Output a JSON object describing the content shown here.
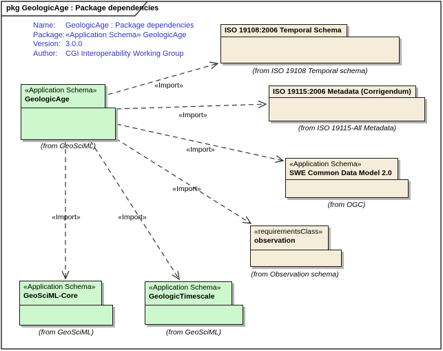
{
  "frame": {
    "title": "pkg GeologicAge : Package dependencies"
  },
  "metadata": {
    "rows": [
      {
        "label": "Name:",
        "value": "GeologicAge : Package dependencies"
      },
      {
        "label": "Package:",
        "value": "«Application Schema» GeologicAge"
      },
      {
        "label": "Version:",
        "value": "3.0.0"
      },
      {
        "label": "Author:",
        "value": "CGI Interoperability Working Group"
      }
    ]
  },
  "packages": [
    {
      "stereotype": "«Application Schema»",
      "name": "GeologicAge",
      "caption": "(from GeoSciML)",
      "fill": "green"
    },
    {
      "stereotype": "",
      "name": "ISO 19108:2006 Temporal Schema",
      "caption": "(from ISO 19108 Temporal schema)",
      "fill": "beige"
    },
    {
      "stereotype": "",
      "name": "ISO 19115:2006 Metadata (Corrigendum)",
      "caption": "(from ISO 19115-All Metadata)",
      "fill": "beige"
    },
    {
      "stereotype": "«Application Schema»",
      "name": "SWE Common Data Model 2.0",
      "caption": "(from OGC)",
      "fill": "beige"
    },
    {
      "stereotype": "«requirementsClass»",
      "name": "observation",
      "caption": "(from Observation schema)",
      "fill": "beige"
    },
    {
      "stereotype": "«Application Schema»",
      "name": "GeoSciML-Core",
      "caption": "(from GeoSciML)",
      "fill": "green"
    },
    {
      "stereotype": "«Application Schema»",
      "name": "GeologicTimescale",
      "caption": "(from GeoSciML)",
      "fill": "green"
    }
  ],
  "edges": [
    {
      "label": "«Import»",
      "from": "GeologicAge",
      "to": "ISO 19108:2006 Temporal Schema"
    },
    {
      "label": "«Import»",
      "from": "GeologicAge",
      "to": "ISO 19115:2006 Metadata (Corrigendum)"
    },
    {
      "label": "«Import»",
      "from": "GeologicAge",
      "to": "SWE Common Data Model 2.0"
    },
    {
      "label": "«Import»",
      "from": "GeologicAge",
      "to": "observation"
    },
    {
      "label": "«Import»",
      "from": "GeologicAge",
      "to": "GeoSciML-Core"
    },
    {
      "label": "«Import»",
      "from": "GeologicAge",
      "to": "GeologicTimescale"
    }
  ],
  "colors": {
    "green_fill": "#cdf7cd",
    "beige_fill": "#f5edda",
    "border": "#1a1a1a",
    "shadow": "#b4b4b4",
    "metadata_text": "#3333cc",
    "edge_line": "#333333"
  }
}
